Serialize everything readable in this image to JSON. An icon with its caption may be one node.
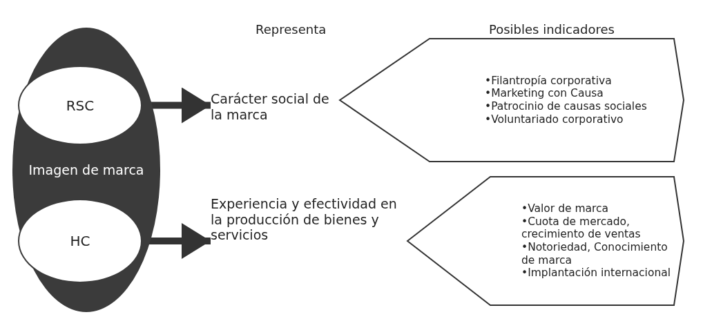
{
  "diagram": {
    "nodes": [
      {
        "text": [
          "Imagen de marca"
        ]
      },
      {
        "text": [
          "RSC"
        ],
        "in": 0
      },
      {
        "text": [
          "HC"
        ],
        "in": 0
      },
      {
        "text": [
          "Carácter social de la marca"
        ]
      },
      {
        "text": [
          "Experiencia y efectividad en la producción de bienes y servicios"
        ]
      },
      {
        "text": [
          "•Filantropía corporativa",
          "•Marketing con Causa",
          "•Patrocinio de causas sociales",
          "•Voluntariado corporativo"
        ]
      },
      {
        "text": [
          "•Valor de marca",
          "•Cuota de mercado, crecimiento de ventas",
          "•Notoriedad, Conocimiento de marca",
          "•Implantación internacional"
        ]
      }
    ],
    "edges": [
      {
        "from": 1,
        "to": 3,
        "arrow": "to"
      },
      {
        "from": 2,
        "to": 4,
        "arrow": "to"
      }
    ],
    "labels": [
      "Representa",
      "Posibles indicadores"
    ]
  }
}
